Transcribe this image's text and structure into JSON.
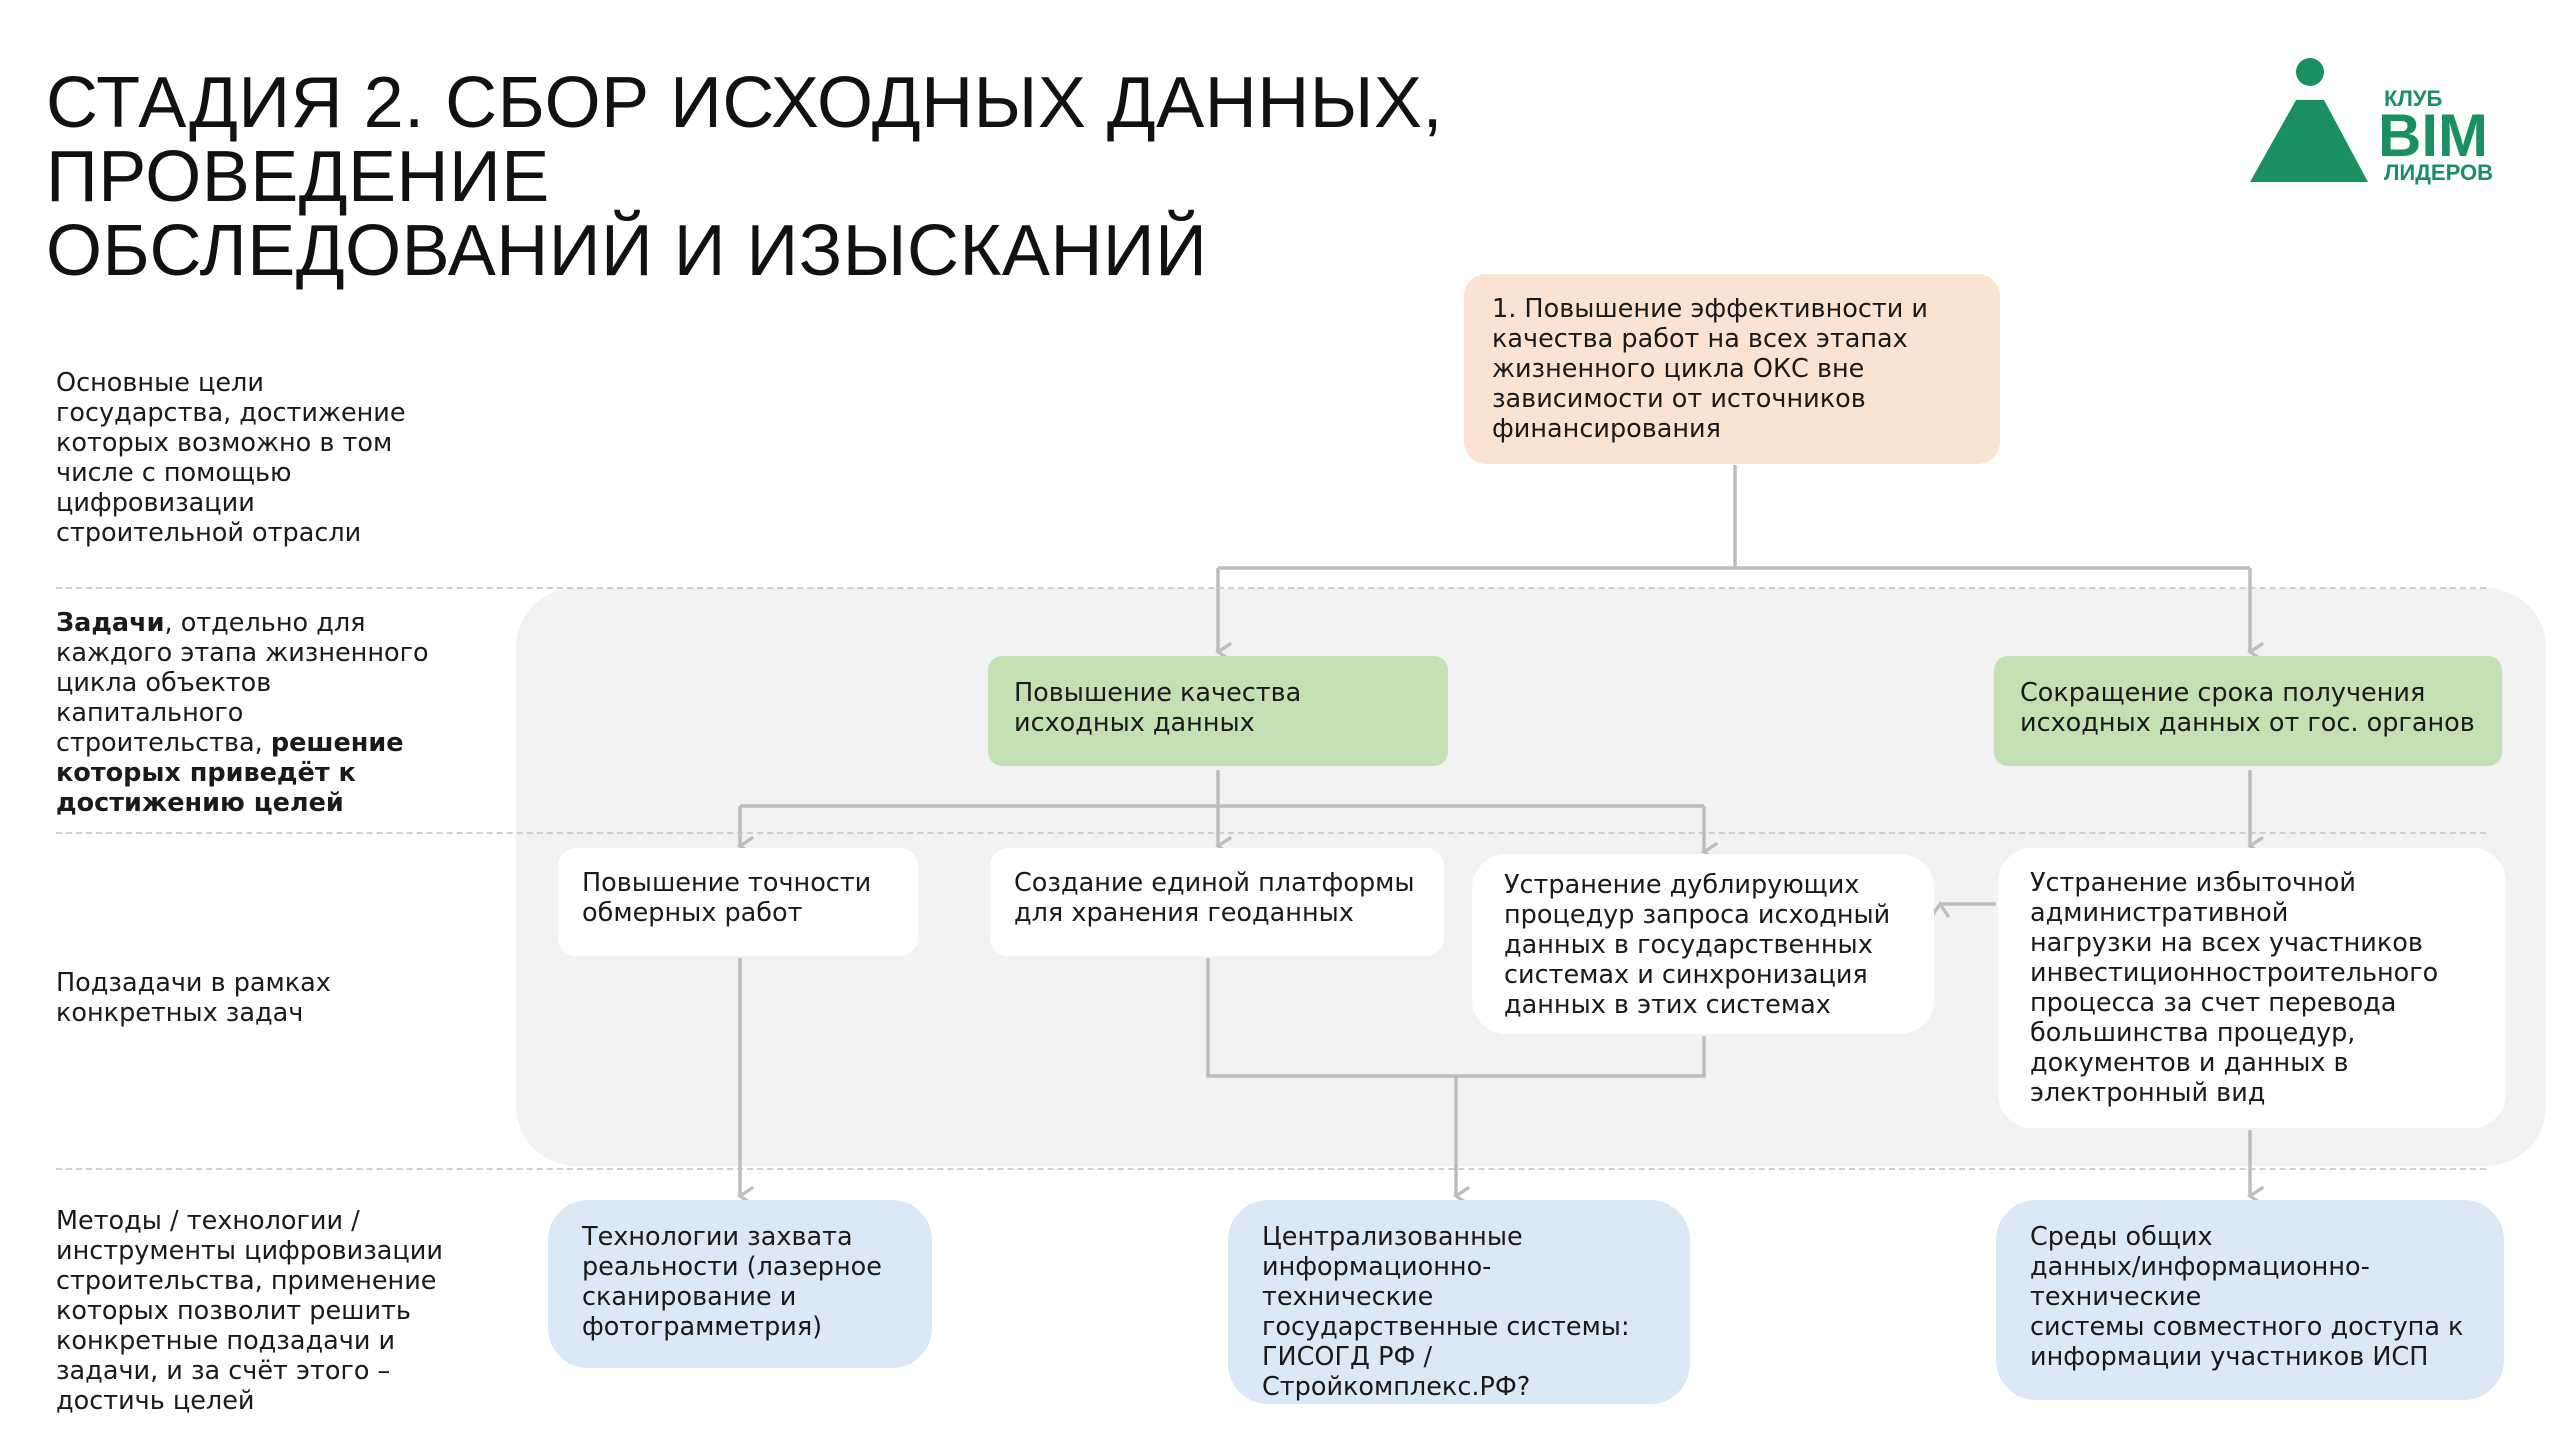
{
  "title": {
    "line1": "СТАДИЯ 2. СБОР ИСХОДНЫХ ДАННЫХ, ПРОВЕДЕНИЕ",
    "line2": "ОБСЛЕДОВАНИЙ И ИЗЫСКАНИЙ"
  },
  "logo": {
    "top": "КЛУБ",
    "main": "BIM",
    "bottom": "ЛИДЕРОВ",
    "color": "#1a8f62"
  },
  "rows": {
    "goals": [
      "Основные цели",
      "государства, достижение",
      "которых возможно в том",
      "числе с помощью",
      "цифровизации",
      "строительной отрасли"
    ],
    "tasks": {
      "l1_bold": "Задачи",
      "l1_rest": ", отдельно для",
      "l2": "каждого этапа жизненного",
      "l3": "цикла объектов",
      "l4": "капитального",
      "l5_rest": "строительства, ",
      "l5_bold": "решение",
      "l6_bold": "которых приведёт к",
      "l7_bold": "достижению целей"
    },
    "subtasks": [
      "Подзадачи в рамках",
      "конкретных задач"
    ],
    "methods": [
      "Методы / технологии /",
      "инструменты цифровизации",
      "строительства, применение",
      "которых позволит решить",
      "конкретные подзадачи и",
      "задачи, и за счёт этого –",
      "достичь целей"
    ]
  },
  "goal": [
    "1. Повышение эффективности и",
    "качества работ на всех этапах",
    "жизненного цикла ОКС вне",
    "зависимости от источников",
    "финансирования"
  ],
  "tasks": {
    "quality": [
      "Повышение качества",
      "исходных данных"
    ],
    "speed": [
      "Сокращение срока получения",
      "исходных данных от гос. органов"
    ]
  },
  "subtasks": {
    "accuracy": [
      "Повышение точности",
      "обмерных работ"
    ],
    "platform": [
      "Создание единой платформы",
      "для хранения геоданных"
    ],
    "dedupe": [
      "Устранение дублирующих",
      "процедур запроса исходный",
      "данных в государственных",
      "системах и синхронизация",
      "данных в этих системах"
    ],
    "burden": [
      "Устранение избыточной",
      "административной",
      "нагрузки на всех участников",
      "инвестиционностроительного",
      "процесса за счет перевода",
      "большинства процедур,",
      "документов и данных в",
      "электронный вид"
    ]
  },
  "methods": {
    "reality": [
      "Технологии захвата",
      "реальности (лазерное",
      "сканирование и",
      "фотограмметрия)"
    ],
    "gis": [
      "Централизованные",
      "информационно-технические",
      "государственные системы:",
      "ГИСОГД РФ /",
      "Стройкомплекс.РФ?"
    ],
    "cde": [
      "Среды общих",
      "данных/информационно-",
      "технические",
      "системы совместного доступа к",
      "информации участников ИСП"
    ]
  },
  "colors": {
    "goal": "#fbe3d3",
    "task": "#c5e0b3",
    "method": "#dbe8f5",
    "panel": "#f2f2f2",
    "connector": "#bdbdbd"
  }
}
